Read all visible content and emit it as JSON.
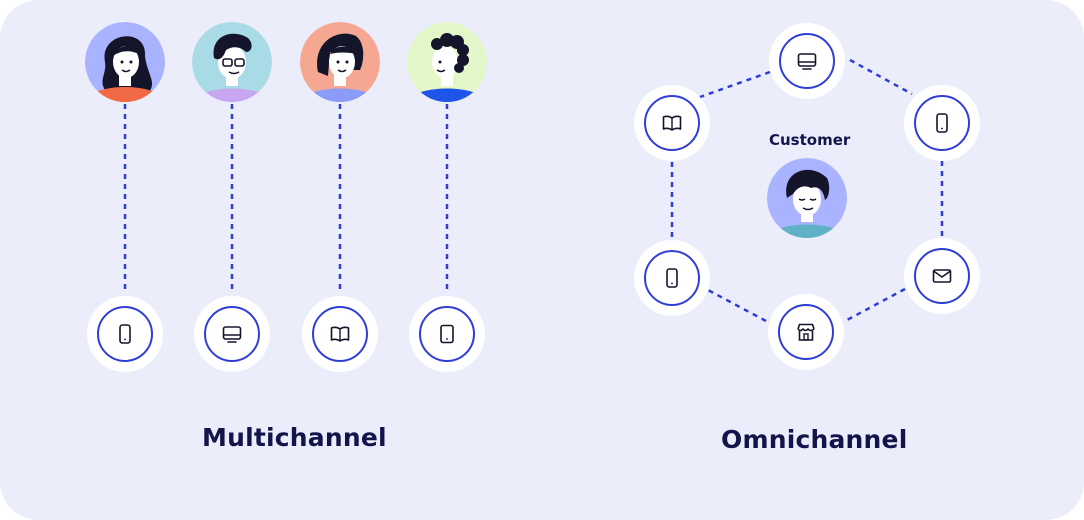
{
  "multichannel": {
    "title": "Multichannel",
    "avatars": [
      {
        "name": "woman-long-hair",
        "bg": "#a9b3ff",
        "shirt": "#f26a45"
      },
      {
        "name": "man-glasses",
        "bg": "#a9dbe6",
        "shirt": "#c8a6f2"
      },
      {
        "name": "woman-bob",
        "bg": "#f5a792",
        "shirt": "#8a9cf7"
      },
      {
        "name": "man-curly",
        "bg": "#e3f7c8",
        "shirt": "#1f54e8"
      }
    ],
    "channels": [
      {
        "icon": "smartphone-icon"
      },
      {
        "icon": "monitor-icon"
      },
      {
        "icon": "book-icon"
      },
      {
        "icon": "tablet-icon"
      }
    ]
  },
  "omnichannel": {
    "title": "Omnichannel",
    "center_label": "Customer",
    "customer_avatar": {
      "bg": "#a9b3ff",
      "shirt": "#5fb2c6"
    },
    "channels": [
      {
        "icon": "monitor-icon"
      },
      {
        "icon": "smartphone-icon"
      },
      {
        "icon": "mail-icon"
      },
      {
        "icon": "store-icon"
      },
      {
        "icon": "smartphone-icon"
      },
      {
        "icon": "book-icon"
      }
    ]
  },
  "colors": {
    "background": "#ebedfb",
    "accent": "#2f3fd6",
    "text": "#13144a"
  }
}
